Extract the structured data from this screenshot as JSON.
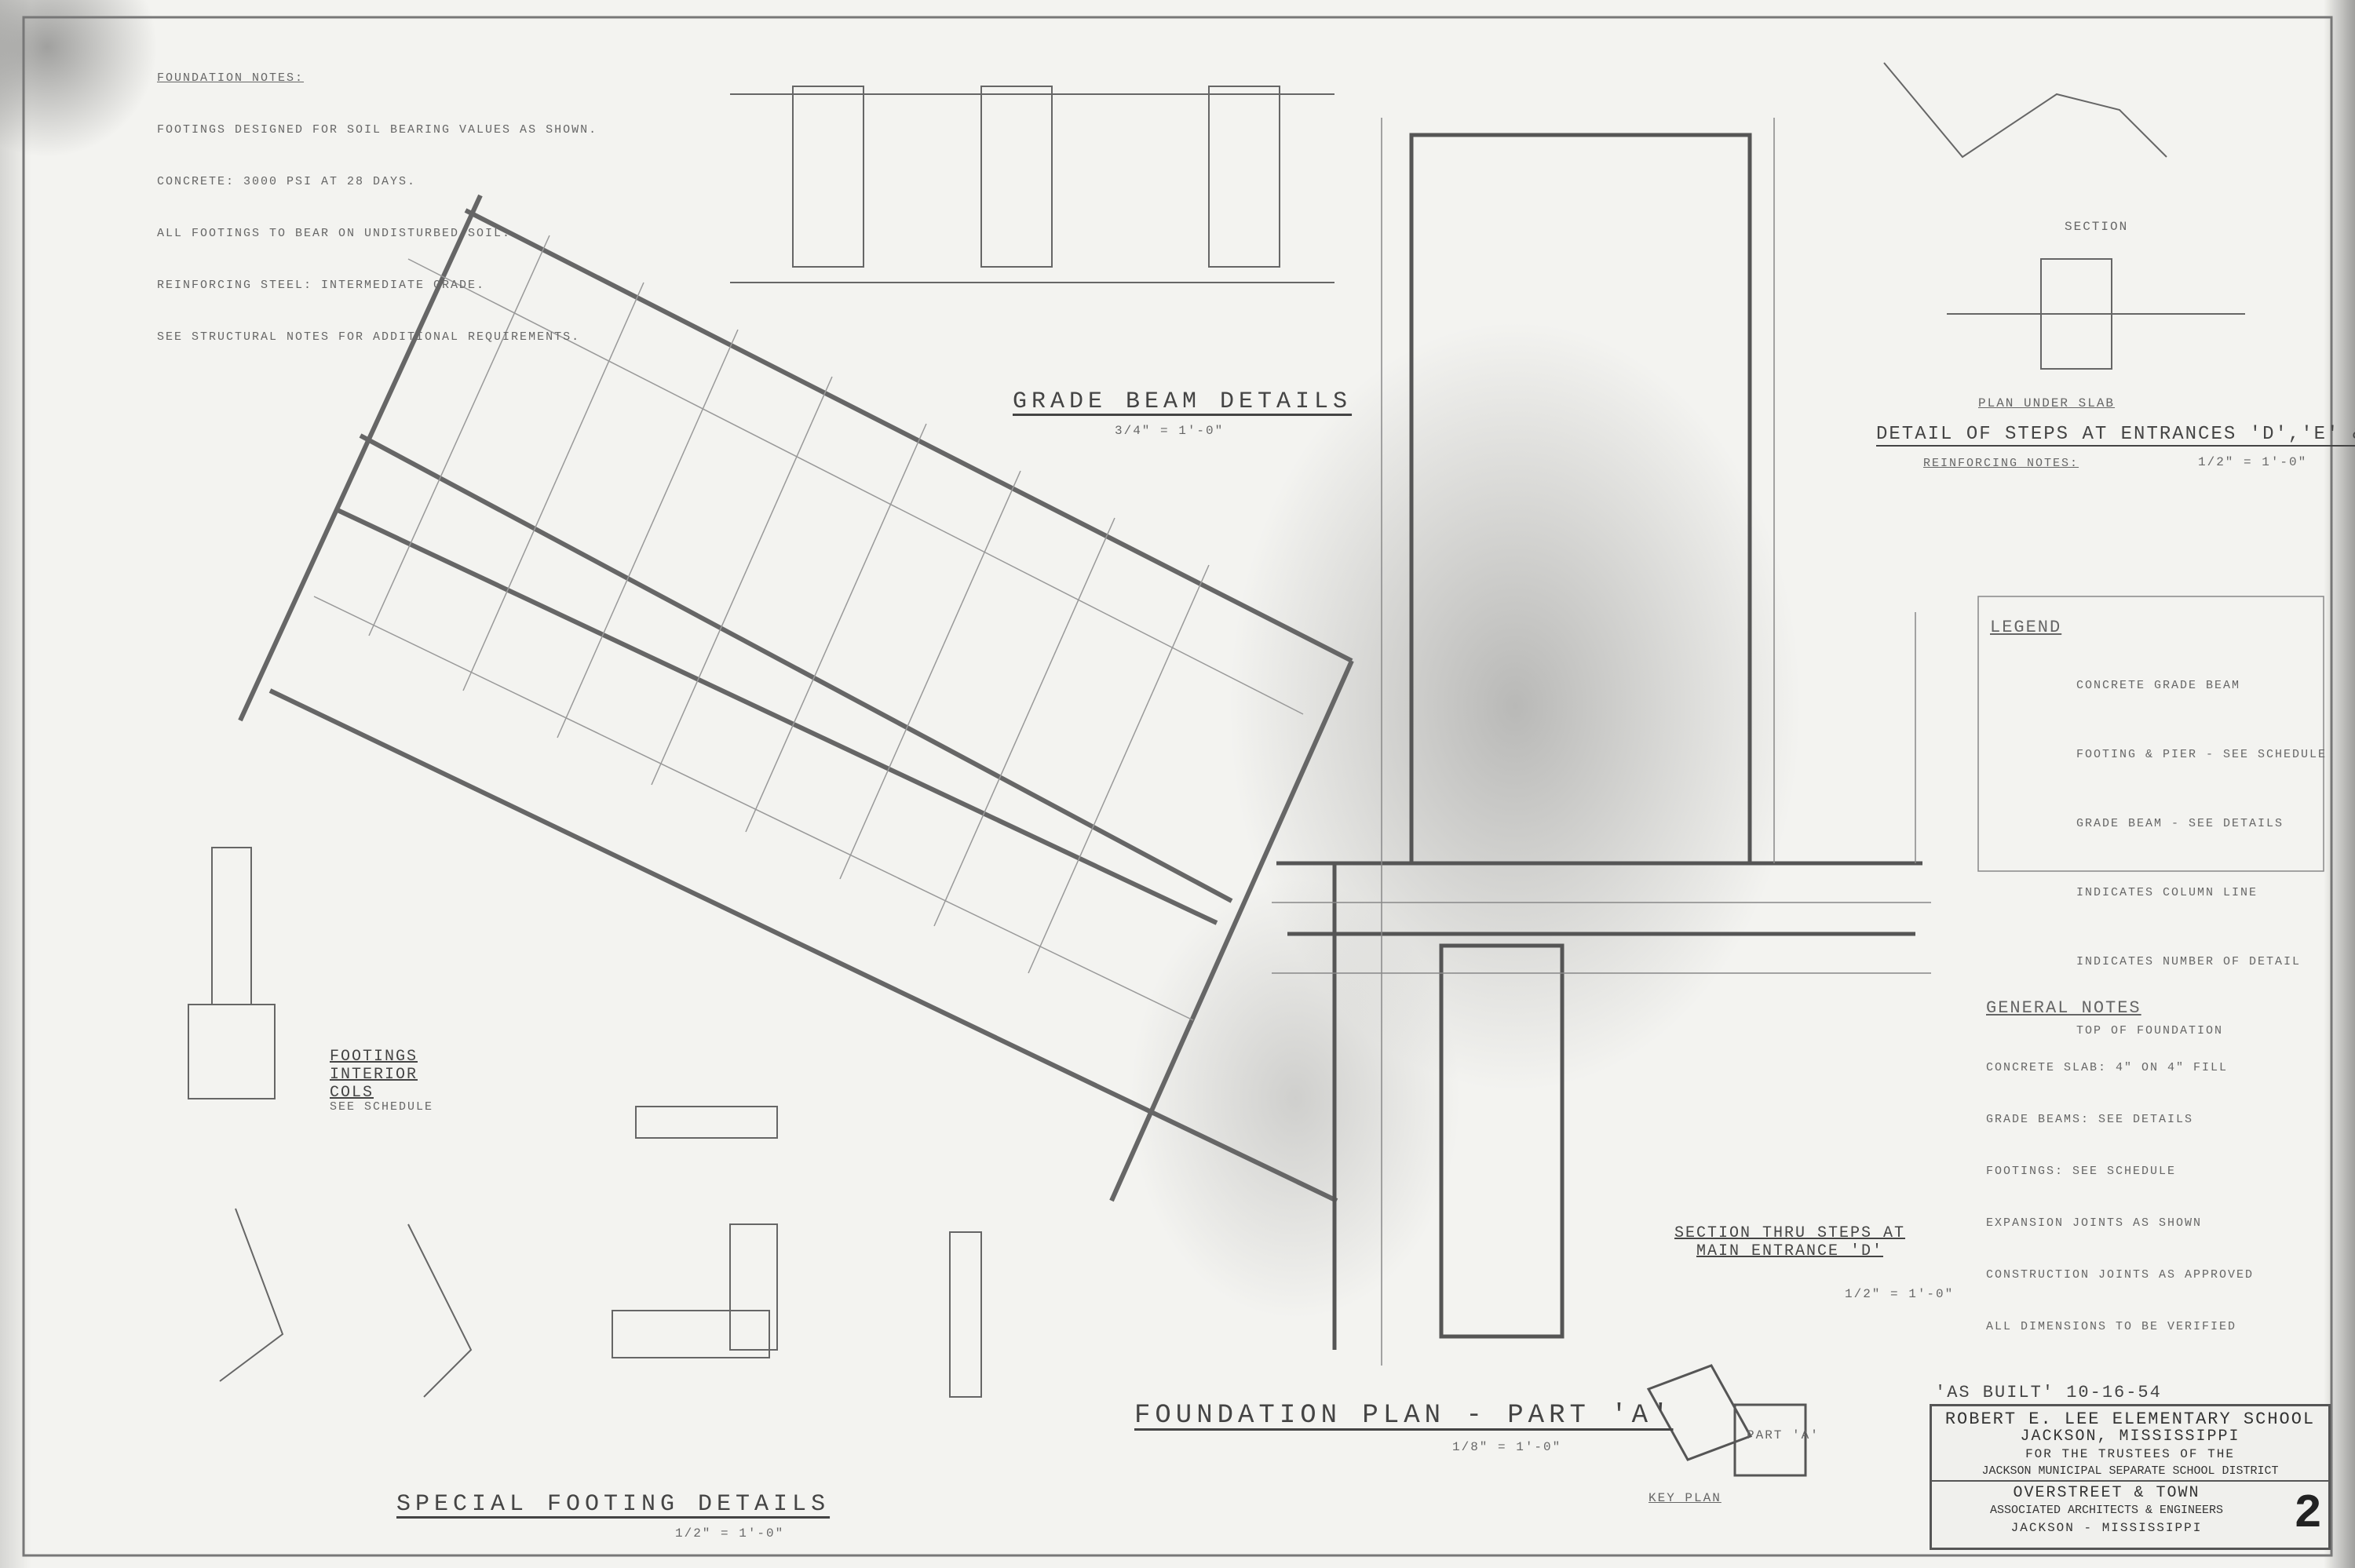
{
  "foundation_notes": {
    "heading": "FOUNDATION NOTES:",
    "lines": [
      "FOOTINGS DESIGNED FOR SOIL BEARING VALUES AS SHOWN.",
      "CONCRETE: 3000 PSI AT 28 DAYS.",
      "ALL FOOTINGS TO BEAR ON UNDISTURBED SOIL.",
      "REINFORCING STEEL: INTERMEDIATE GRADE.",
      "SEE STRUCTURAL NOTES FOR ADDITIONAL REQUIREMENTS."
    ]
  },
  "grade_beam": {
    "title": "GRADE BEAM DETAILS",
    "scale": "3/4\" = 1'-0\""
  },
  "steps_detail": {
    "title": "DETAIL OF STEPS AT ENTRANCES 'D','E' & 'F'",
    "scale": "1/2\" = 1'-0\"",
    "section_label": "SECTION",
    "plan_label": "PLAN UNDER SLAB",
    "notes_heading": "REINFORCING NOTES:"
  },
  "legend": {
    "heading": "LEGEND",
    "items": [
      "CONCRETE GRADE BEAM",
      "FOOTING & PIER - SEE SCHEDULE",
      "GRADE BEAM - SEE DETAILS",
      "INDICATES COLUMN LINE",
      "INDICATES NUMBER OF DETAIL",
      "TOP OF FOUNDATION"
    ]
  },
  "general_notes": {
    "heading": "GENERAL NOTES",
    "lines": [
      "CONCRETE SLAB: 4\" ON 4\" FILL",
      "GRADE BEAMS: SEE DETAILS",
      "FOOTINGS: SEE SCHEDULE",
      "EXPANSION JOINTS AS SHOWN",
      "CONSTRUCTION JOINTS AS APPROVED",
      "ALL DIMENSIONS TO BE VERIFIED"
    ]
  },
  "footings_interior": {
    "title": "FOOTINGS INTERIOR COLS",
    "note": "SEE SCHEDULE"
  },
  "special_footing": {
    "title": "SPECIAL FOOTING DETAILS",
    "scale": "1/2\" = 1'-0\""
  },
  "section_steps": {
    "title": "SECTION THRU STEPS AT MAIN ENTRANCE 'D'",
    "scale": "1/2\" = 1'-0\""
  },
  "foundation_plan": {
    "title": "FOUNDATION PLAN - PART 'A'",
    "scale": "1/8\" = 1'-0\""
  },
  "key_plan": {
    "title": "KEY PLAN",
    "part_label": "PART 'A'"
  },
  "as_built": "'AS BUILT' 10-16-54",
  "title_block": {
    "project": "ROBERT E. LEE ELEMENTARY SCHOOL",
    "location": "JACKSON, MISSISSIPPI",
    "for_line": "FOR THE TRUSTEES OF THE",
    "client": "JACKSON MUNICIPAL SEPARATE SCHOOL DISTRICT",
    "firm": "OVERSTREET & TOWN",
    "firm_sub": "ASSOCIATED ARCHITECTS & ENGINEERS",
    "firm_city": "JACKSON - MISSISSIPPI",
    "sheet_number": "2"
  }
}
